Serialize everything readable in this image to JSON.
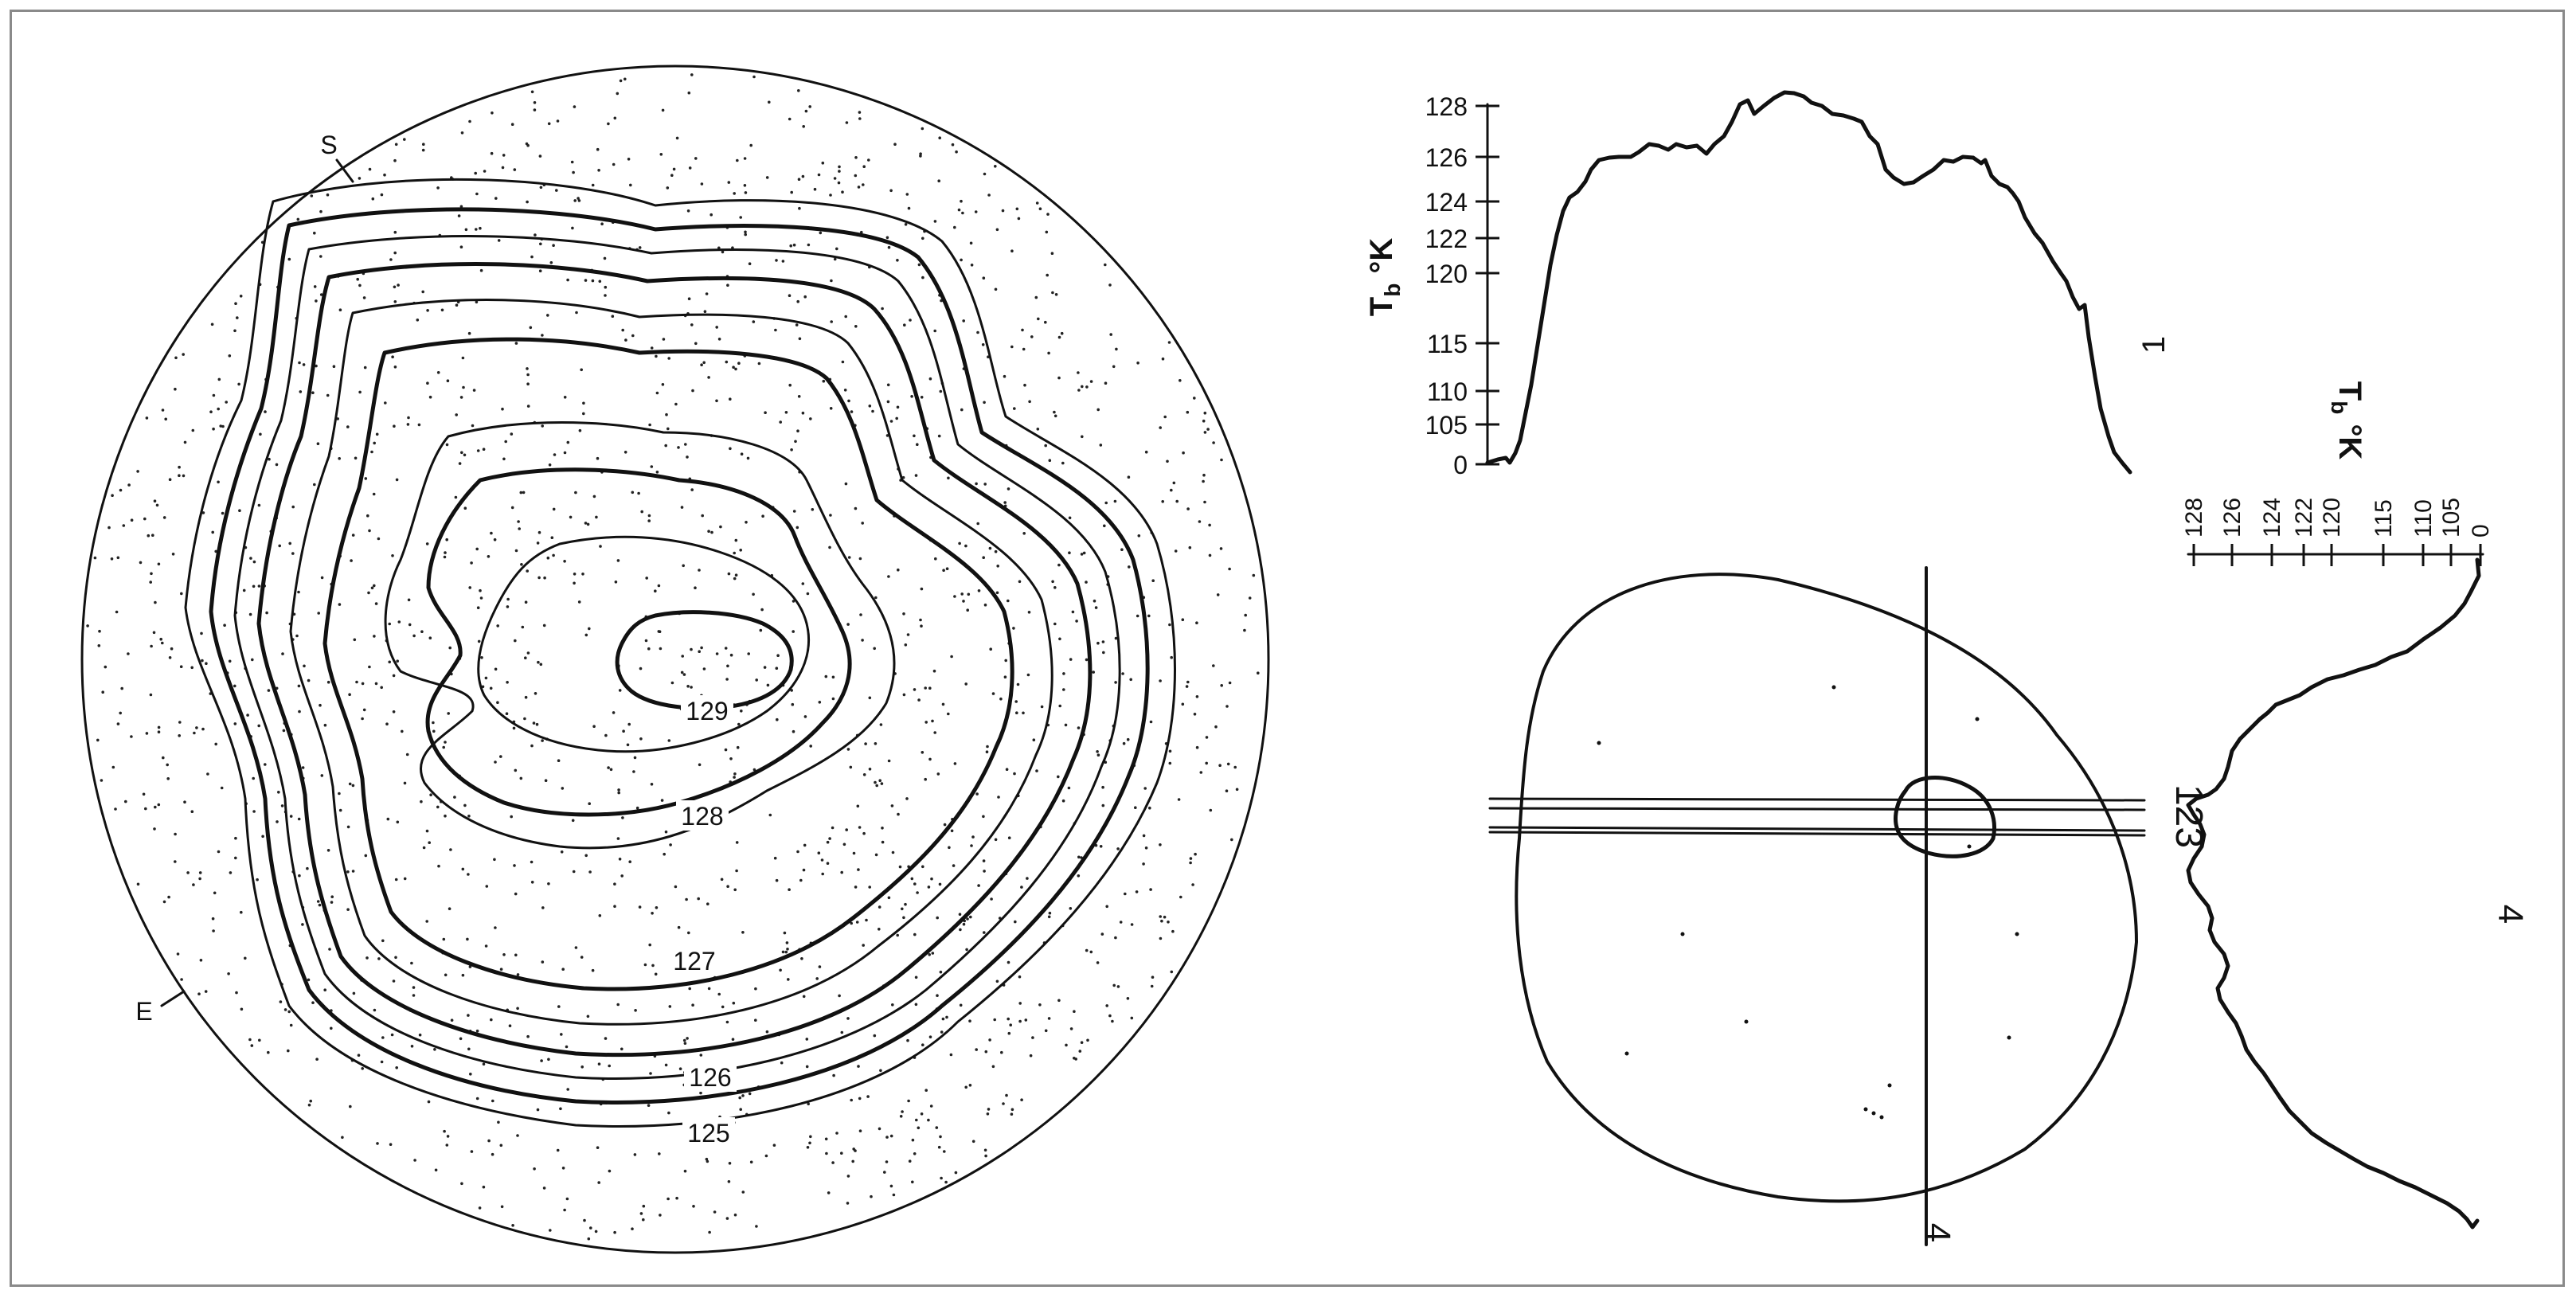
{
  "contour_map": {
    "limb_labels": {
      "south": "S",
      "east": "E"
    },
    "contour_labels": [
      "129",
      "128",
      "127",
      "126",
      "125"
    ]
  },
  "profile_1": {
    "axis_title": "T",
    "axis_title_sub": "b",
    "axis_title_unit": "°K",
    "ticks": [
      "128",
      "126",
      "124",
      "122",
      "120",
      "115",
      "110",
      "105",
      "0"
    ],
    "scan_label": "1"
  },
  "profile_4": {
    "axis_title": "T",
    "axis_title_sub": "b",
    "axis_title_unit": "°K",
    "ticks": [
      "128",
      "126",
      "124",
      "122",
      "120",
      "115",
      "110",
      "105",
      "0"
    ],
    "scan_label": "4"
  },
  "scan_disk": {
    "horizontal_scans_label": "123",
    "vertical_scan_label": "4"
  },
  "colors": {
    "ink": "#111111",
    "frame": "#8a8a8a",
    "background": "#ffffff"
  }
}
